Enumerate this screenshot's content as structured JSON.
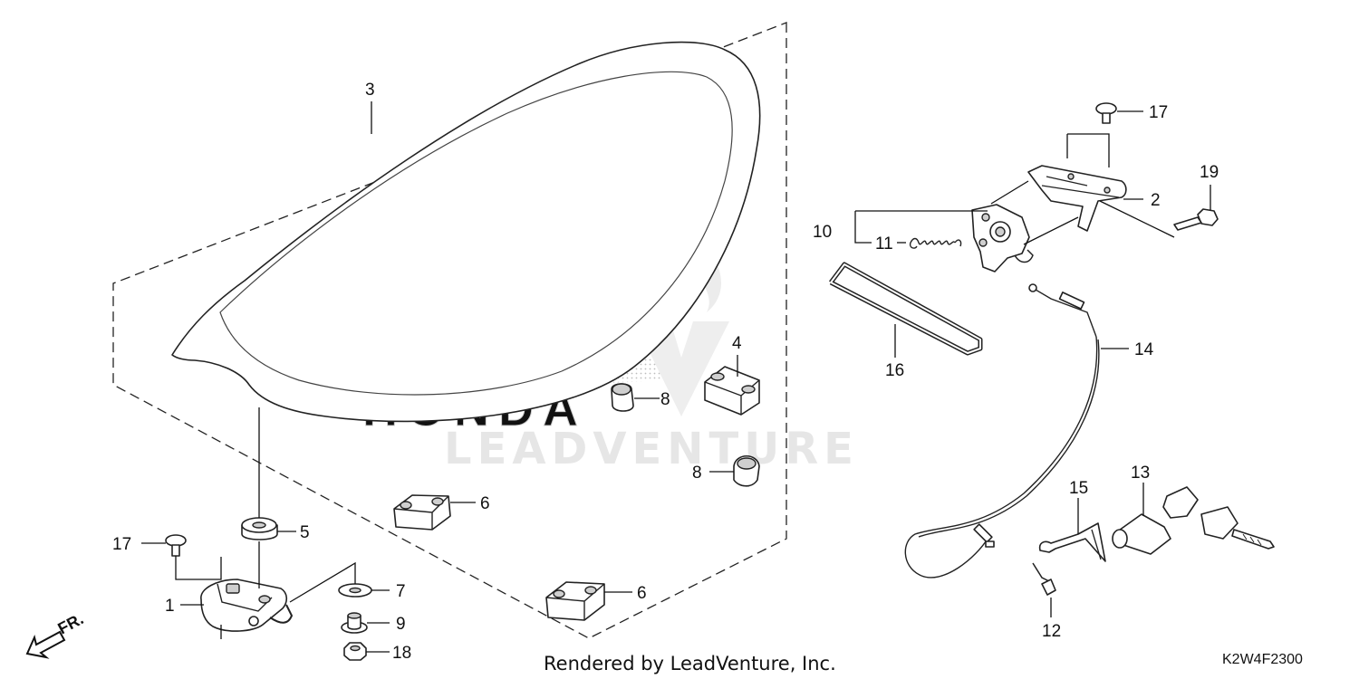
{
  "diagram": {
    "callouts": [
      {
        "id": "c3",
        "text": "3"
      },
      {
        "id": "c4",
        "text": "4"
      },
      {
        "id": "c8a",
        "text": "8"
      },
      {
        "id": "c8b",
        "text": "8"
      },
      {
        "id": "c6a",
        "text": "6"
      },
      {
        "id": "c6b",
        "text": "6"
      },
      {
        "id": "c5",
        "text": "5"
      },
      {
        "id": "c17a",
        "text": "17"
      },
      {
        "id": "c1",
        "text": "1"
      },
      {
        "id": "c7",
        "text": "7"
      },
      {
        "id": "c9",
        "text": "9"
      },
      {
        "id": "c18",
        "text": "18"
      },
      {
        "id": "c17b",
        "text": "17"
      },
      {
        "id": "c19",
        "text": "19"
      },
      {
        "id": "c2",
        "text": "2"
      },
      {
        "id": "c10",
        "text": "10"
      },
      {
        "id": "c11",
        "text": "11"
      },
      {
        "id": "c16",
        "text": "16"
      },
      {
        "id": "c14",
        "text": "14"
      },
      {
        "id": "c15",
        "text": "15"
      },
      {
        "id": "c13",
        "text": "13"
      },
      {
        "id": "c12",
        "text": "12"
      }
    ],
    "direction_label": "FR.",
    "footer": "Rendered by LeadVenture, Inc.",
    "diagram_code": "K2W4F2300",
    "watermark": {
      "brand": "HONDA",
      "vendor": "LEADVENTURE"
    }
  }
}
